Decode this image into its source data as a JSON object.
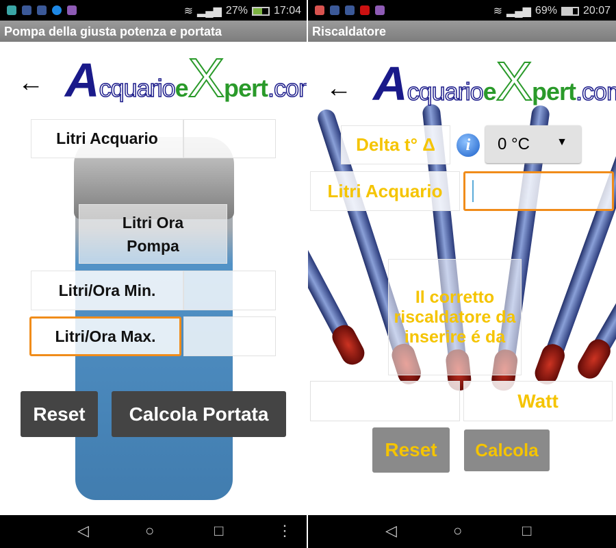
{
  "left": {
    "status": {
      "battery": "27%",
      "time": "17:04"
    },
    "title": "Pompa della giusta potenza e portata",
    "back_icon": "←",
    "logo": {
      "a": "A",
      "cquario": "cquario",
      "e": "e",
      "x": "X",
      "pert": "pert",
      "com": ".com"
    },
    "fields": {
      "litri_acquario": "Litri Acquario",
      "litri_ora_pompa_1": "Litri Ora",
      "litri_ora_pompa_2": "Pompa",
      "min": "Litri/Ora Min.",
      "max": "Litri/Ora Max."
    },
    "buttons": {
      "reset": "Reset",
      "calcola": "Calcola Portata"
    }
  },
  "right": {
    "status": {
      "battery": "69%",
      "time": "20:07"
    },
    "title": "Riscaldatore",
    "back_icon": "←",
    "logo": {
      "a": "A",
      "cquario": "cquario",
      "e": "e",
      "x": "X",
      "pert": "pert",
      "com": ".com"
    },
    "delta_label": "Delta t° Δ",
    "info_icon": "i",
    "dropdown_value": "0 °C",
    "litri_label": "Litri Acquario",
    "result_text": "Il corretto riscaldatore da inserire é da",
    "watt_label": "Watt",
    "buttons": {
      "reset": "Reset",
      "calcola": "Calcola"
    }
  },
  "nav": {
    "back": "◁",
    "home": "○",
    "recent": "□",
    "menu": "⋮"
  }
}
